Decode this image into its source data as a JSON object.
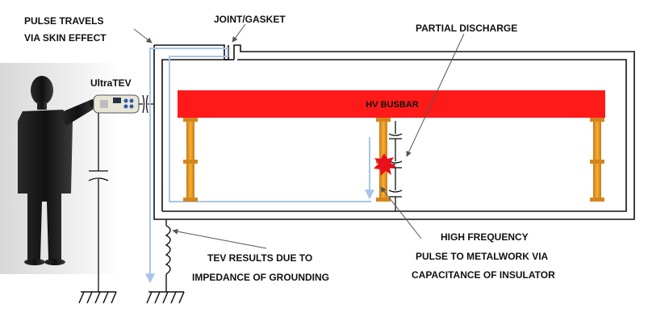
{
  "labels": {
    "pulse_line1": "PULSE TRAVELS",
    "pulse_line2": "VIA SKIN EFFECT",
    "joint_gasket": "JOINT/GASKET",
    "partial_discharge": "PARTIAL DISCHARGE",
    "ultratev": "UltraTEV",
    "hv_busbar": "HV BUSBAR",
    "high_freq_line1": "HIGH FREQUENCY",
    "high_freq_line2": "PULSE TO METALWORK VIA",
    "high_freq_line3": "CAPACITANCE OF INSULATOR",
    "tev_line1": "TEV RESULTS DUE TO",
    "tev_line2": "IMPEDANCE OF GROUNDING"
  },
  "colors": {
    "busbar": "#ff1a1a",
    "insulator": "#f0a020",
    "pulse_path": "#a8c6e6",
    "discharge": "#e8101a",
    "line": "#111111"
  },
  "icons": {
    "person": "person-silhouette",
    "device": "ultratev-meter",
    "ground": "ground-symbol",
    "capacitor": "capacitor-symbol",
    "inductor": "inductor-coil",
    "discharge": "discharge-spark"
  }
}
